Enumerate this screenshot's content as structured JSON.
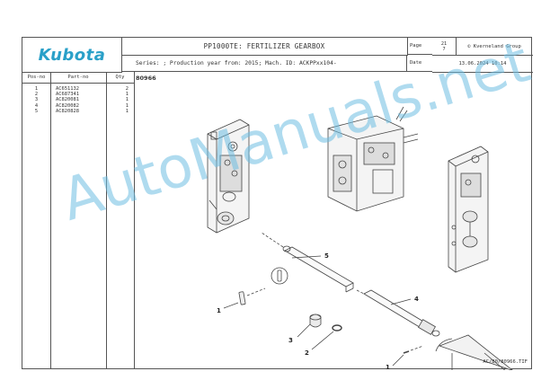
{
  "header": {
    "logo": "Kubota",
    "title": "PP1000TE: FERTILIZER GEARBOX",
    "series": "Series: ; Production year from: 2015; Mach. ID: ACKPPxx104-",
    "page_label": "Page",
    "page_num": "21",
    "page_sub": "7",
    "copyright": "© Kverneland Group",
    "date_label": "Date",
    "date_value": "13.06.2024  10:14"
  },
  "table": {
    "headers": {
      "pos": "Pos-no",
      "part": "Part-no",
      "qty": "Qty"
    },
    "rows": [
      {
        "pos": "1",
        "part": "AC651132",
        "qty": "2"
      },
      {
        "pos": "2",
        "part": "AC687341",
        "qty": "1"
      },
      {
        "pos": "3",
        "part": "AC820081",
        "qty": "1"
      },
      {
        "pos": "4",
        "part": "AC820082",
        "qty": "1"
      },
      {
        "pos": "5",
        "part": "AC820828",
        "qty": "1"
      }
    ]
  },
  "figure": {
    "number": "80966",
    "reference": "AC/80/80966.TIF",
    "callouts": [
      "1",
      "2",
      "3",
      "4",
      "5",
      "1"
    ]
  },
  "watermark": "AutoManuals.net",
  "colors": {
    "logo": "#2aa0c8",
    "watermark": "#6ebee1"
  }
}
